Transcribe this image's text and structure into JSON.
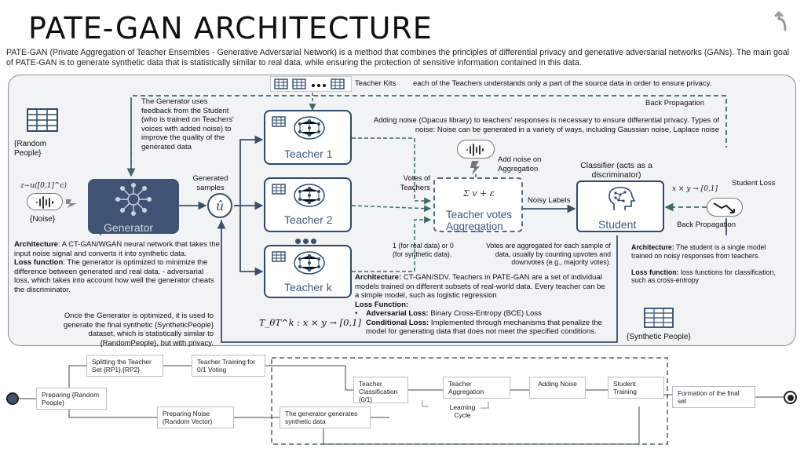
{
  "title": "PATE-GAN ARCHITECTURE",
  "intro": "PATE-GAN (Private Aggregation of Teacher Ensembles - Generative Adversarial Network) is a method that combines the principles of differential privacy and generative adversarial networks (GANs). The main goal of PATE-GAN is to generate synthetic data that is statistically similar to real data, while ensuring the protection of sensitive information contained in this data.",
  "teacher_kits": {
    "label": "Teacher Kits",
    "note": "each of the Teachers understands only a part of the source data in order to ensure privacy."
  },
  "left": {
    "random_people": "{Random People}",
    "noise": "{Noise}",
    "formula": "z~u([0,1]^c)",
    "generator": "Generator",
    "generator_feedback": "The Generator uses feedback from the Student (who is trained on Teachers' voices with added noise) to improve the quality of the generated data",
    "generated_samples": "Generated samples",
    "u_hat": "û",
    "arch_label": "Architecture",
    "arch_text": ": A CT-GAN/WGAN neural network that takes the input noise signal and converts it into synthetic data.",
    "loss_label": "Loss function",
    "loss_text": ": The generator is optimized to minimize the difference between generated and real data. - adversarial loss, which takes into account how well the generator cheats the discriminator.",
    "optimized_note": "Once the Generator is optimized, it is used to generate the final synthetic {SyntheticPeople} dataset, which is statistically similar to {RandomPeople}, but with privacy."
  },
  "teachers": {
    "t1": "Teacher 1",
    "t2": "Teacher 2",
    "tk": "Teacher k",
    "formula": "T_θT^k : x × y → [0,1]"
  },
  "middle": {
    "adding_noise": "Adding noise (Opacus library) to teachers' responses is necessary to ensure differential privacy. Types of noise: Noise can be generated in a variety of ways, including Gaussian noise, Laplace noise",
    "add_noise_aggr": "Add noise on Aggregation",
    "votes_of_teachers": "Votes of Teachers",
    "aggregation_label": "Teacher votes Aggregation",
    "aggr_formula": "Σ v + ε",
    "one_or_zero": "1 (for real data) or 0 (for synthetic data).",
    "votes_note": "Votes are aggregated for each sample of data, usually by counting upvotes and downvotes (e.g., majority votes).",
    "noisy_labels": "Noisy Labels",
    "arch_label": "Architecture:",
    "arch_text": " CT-GAN/SDV. Teachers in PATE-GAN are a set of individual models trained on different subsets of real-world data. Every teacher can be a simple model, such as logistic regression",
    "loss_label": "Loss Function:",
    "adv_label": "Adversarial Loss:",
    "adv_text": " Binary Cross-Entropy (BCE) Loss",
    "cond_label": "Conditional Loss:",
    "cond_text": " Implemented through mechanisms that penalize the model for generating data that does not meet the specified conditions."
  },
  "right": {
    "back_propagation_top": "Back Propagation",
    "classifier": "Classifier (acts as a discriminator)",
    "student": "Student",
    "student_formula": "x × y → [0,1]",
    "student_loss": "Student Loss",
    "back_propagation_bottom": "Back Propagation",
    "arch_label": "Architecture:",
    "arch_text": " The student is a single model trained on noisy responses from teachers.",
    "loss_label": "Loss function:",
    "loss_text": " loss functions for classification, such as cross-entropy",
    "synthetic_people": "{Synthetic People}"
  },
  "flow": {
    "preparing": "Preparing {Random People}",
    "splitting": "Splitting the Teacher Set {RP1},{RP2}",
    "teacher_training": "Teacher Training for 0/1 Voting",
    "preparing_noise": "Preparing Noise (Random Vector)",
    "generator_generates": "The generator generates synthetic data",
    "teacher_classification": "Teacher Classification (0/1)",
    "teacher_aggregation": "Teacher Aggregation",
    "adding_noise": "Adding Noise",
    "student_training": "Student Training",
    "formation": "Formation of the final set",
    "learning_cycle": "Learning Cycle"
  },
  "colors": {
    "accent": "#3f5474",
    "panel": "#f1f3f5",
    "line": "#3a4f6a",
    "dash": "#3d6b6b"
  }
}
